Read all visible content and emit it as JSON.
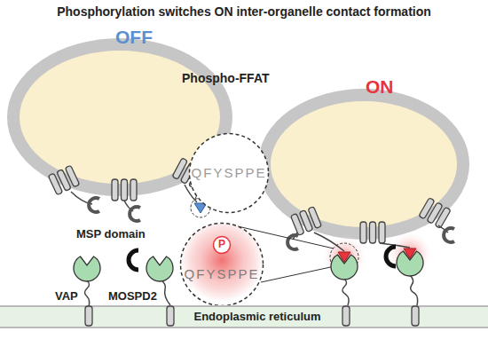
{
  "diagram": {
    "title": "Phosphorylation switches ON inter-organelle contact formation",
    "nodes": [
      {
        "text": [
          "QFYSPPE"
        ]
      },
      {
        "text": [
          "QFYSPPE"
        ]
      },
      {
        "text": [
          "P"
        ],
        "in": 1
      },
      {
        "text": [
          "Endoplasmic reticulum"
        ]
      }
    ],
    "labels": [
      "OFF",
      "Phospho-FFAT",
      "ON",
      "MSP domain",
      "VAP",
      "MOSPD2"
    ]
  }
}
